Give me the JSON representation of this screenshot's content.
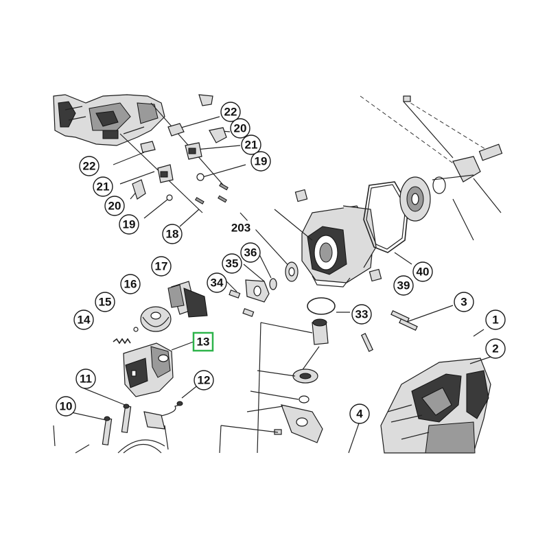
{
  "labels": {
    "c22a": "22",
    "c20a": "20",
    "c21a": "21",
    "c19a": "19",
    "c22b": "22",
    "c21b": "21",
    "c20b": "20",
    "c19b": "19",
    "c18": "18",
    "c203": "203",
    "c36": "36",
    "c35": "35",
    "c34": "34",
    "c17": "17",
    "c16": "16",
    "c15": "15",
    "c14": "14",
    "c13": "13",
    "c11": "11",
    "c12": "12",
    "c10": "10",
    "c40": "40",
    "c39": "39",
    "c33": "33",
    "c3": "3",
    "c1": "1",
    "c2": "2",
    "c4": "4"
  },
  "colors": {
    "highlight": "#2db34a",
    "line": "#222222"
  }
}
